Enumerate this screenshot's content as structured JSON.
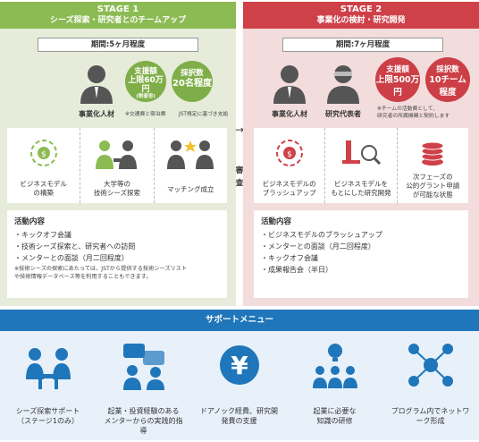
{
  "stage1": {
    "title": "STAGE 1",
    "subtitle": "シーズ探索・研究者とのチームアップ",
    "period": "期間:5ヶ月程度",
    "support": {
      "l1": "支援額",
      "l2": "上限60万円",
      "l3": "(税者㊟)"
    },
    "adopt": {
      "l1": "採択数",
      "l2": "20名程度"
    },
    "notes": [
      "※交通費と宿泊費",
      "JST規定に基づき支給"
    ],
    "person_label": "事業化人材",
    "cards": [
      "ビジネスモデル\nの構築",
      "大学等の\n技術シーズ探索",
      "マッチング成立"
    ],
    "activity_title": "活動内容",
    "activities": [
      "・キックオフ会議",
      "・技術シーズ探索と、研究者への訪問",
      "・メンターとの面談（月二回程度）"
    ],
    "activity_note": "※技術シーズの探索にあたっては、JSTから提供する技術シーズリスト\nや技術情報データベース等を利用することもできます。"
  },
  "stage2": {
    "title": "STAGE 2",
    "subtitle": "事業化の検討・研究開発",
    "period": "期間:7ヶ月程度",
    "support": {
      "l1": "支援額",
      "l2": "上限500万円"
    },
    "adopt": {
      "l1": "採択数",
      "l2": "10チーム程度"
    },
    "notes": [
      "※チームの活動費として、",
      "研究者の所属機関と契約します"
    ],
    "person_labels": [
      "事業化人材",
      "研究代表者"
    ],
    "cards": [
      "ビジネスモデルの\nブラッシュアップ",
      "ビジネスモデルを\nもとにした研究開発",
      "次フェーズの\n公的グラント申請\nが可能な状態"
    ],
    "activity_title": "活動内容",
    "activities": [
      "・ビジネスモデルのブラッシュアップ",
      "・メンターとの面談（月二回程度）",
      "・キックオフ会議",
      "・成果報告会（半日）"
    ]
  },
  "review_label": "審査",
  "arrow": "→",
  "support_menu": {
    "title": "サポートメニュー",
    "items": [
      "シーズ探索サポート\n（ステージ1のみ）",
      "起業・投資経験のある\nメンターからの実践的指\n導",
      "ドアノック経費、研究開\n発費の支援",
      "起業に必要な\n知識の研修",
      "プログラム内でネットワ\nーク形成"
    ]
  },
  "colors": {
    "green": "#8cbb54",
    "red": "#cf4149",
    "blue": "#1f76ba"
  }
}
